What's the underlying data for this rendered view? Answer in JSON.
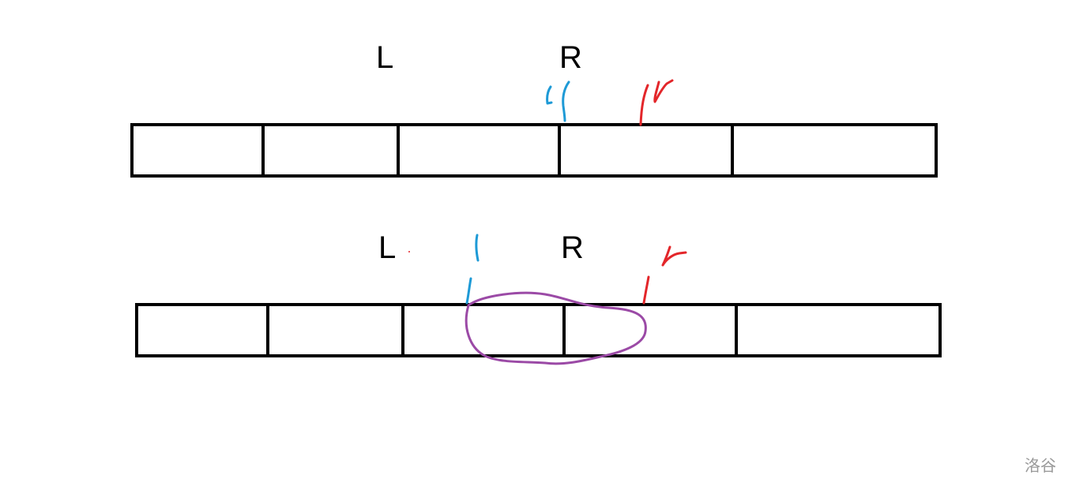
{
  "diagram": {
    "top": {
      "label_left": "L",
      "label_right": "R"
    },
    "bottom": {
      "label_left": "L",
      "label_right": "R"
    },
    "colors": {
      "cells": "#000000",
      "left_pointer": "#1e9ad6",
      "right_pointer": "#e3262a",
      "overlap_outline": "#9b4aa6"
    },
    "pointer_glyphs": {
      "left": "l",
      "right": "r"
    }
  },
  "watermark": {
    "text": "洛谷"
  }
}
